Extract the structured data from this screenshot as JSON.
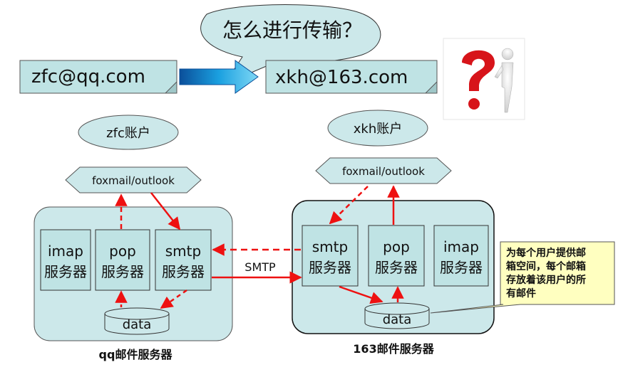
{
  "question": "怎么进行传输？",
  "sender_email": "zfc@qq.com",
  "receiver_email": "xkh@163.com",
  "qq_side": {
    "account": "zfc账户",
    "client": "foxmail/outlook",
    "servers": [
      {
        "line1": "imap",
        "line2": "服务器"
      },
      {
        "line1": "pop",
        "line2": "服务器"
      },
      {
        "line1": "smtp",
        "line2": "服务器"
      }
    ],
    "data": "data",
    "caption": "qq邮件服务器"
  },
  "netease_side": {
    "account": "xkh账户",
    "client": "foxmail/outlook",
    "servers": [
      {
        "line1": "smtp",
        "line2": "服务器"
      },
      {
        "line1": "pop",
        "line2": "服务器"
      },
      {
        "line1": "imap",
        "line2": "服务器"
      }
    ],
    "data": "data",
    "caption": "163邮件服务器"
  },
  "protocol_label": "SMTP",
  "note_lines": [
    "为每个用户提供邮",
    "箱空间，每个邮箱",
    "存放着该用户的所",
    "有邮件"
  ],
  "colors": {
    "box_fill": "#bfe3e4",
    "panel_fill": "#cce8ea",
    "arrow_red": "#ee1111",
    "note_fill": "#ffffc0",
    "blue_arrow": "#1aa0e0"
  }
}
